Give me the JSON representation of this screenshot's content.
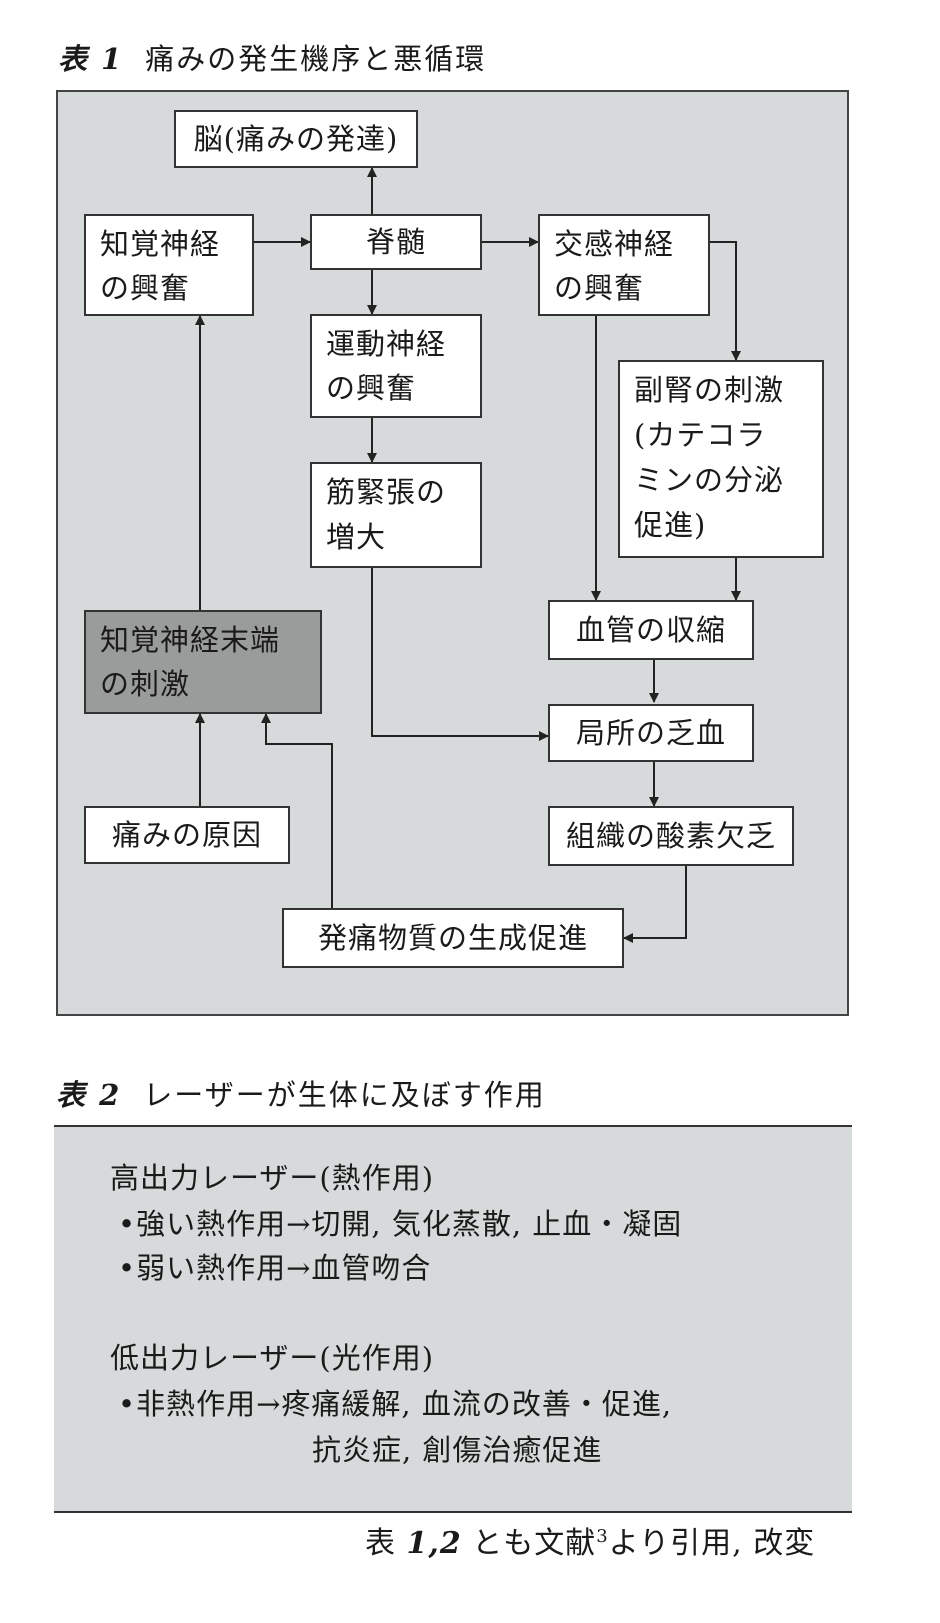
{
  "table1": {
    "caption_num": "表 1",
    "caption_title": "痛みの発生機序と悪循環",
    "nodes": {
      "brain": "脳(痛みの発達)",
      "sensory_excite_1": "知覚神経",
      "sensory_excite_2": "の興奮",
      "spinal_cord": "脊髄",
      "sympathetic_1": "交感神経",
      "sympathetic_2": "の興奮",
      "motor_1": "運動神経",
      "motor_2": "の興奮",
      "adrenal_1": "副腎の刺激",
      "adrenal_2": "(カテコラ",
      "adrenal_3": "ミンの分泌",
      "adrenal_4": "促進)",
      "muscle_1": "筋緊張の",
      "muscle_2": "増大",
      "sensory_end_1": "知覚神経末端",
      "sensory_end_2": "の刺激",
      "vaso": "血管の収縮",
      "ischemia": "局所の乏血",
      "pain_cause": "痛みの原因",
      "hypoxia": "組織の酸素欠乏",
      "pain_substance": "発痛物質の生成促進"
    }
  },
  "table2": {
    "caption_num": "表 2",
    "caption_title": "レーザーが生体に及ぼす作用",
    "high_heading": "高出力レーザー(熱作用)",
    "high_item1": "•強い熱作用→切開, 気化蒸散, 止血・凝固",
    "high_item2": "•弱い熱作用→血管吻合",
    "low_heading": "低出力レーザー(光作用)",
    "low_item1": "•非熱作用→疼痛緩解, 血流の改善・促進,",
    "low_item1_cont": "抗炎症, 創傷治癒促進"
  },
  "footnote": {
    "prefix": "表",
    "nums": "1,2",
    "mid": "とも文献",
    "ref": "3",
    "suffix": "より引用, 改変"
  }
}
